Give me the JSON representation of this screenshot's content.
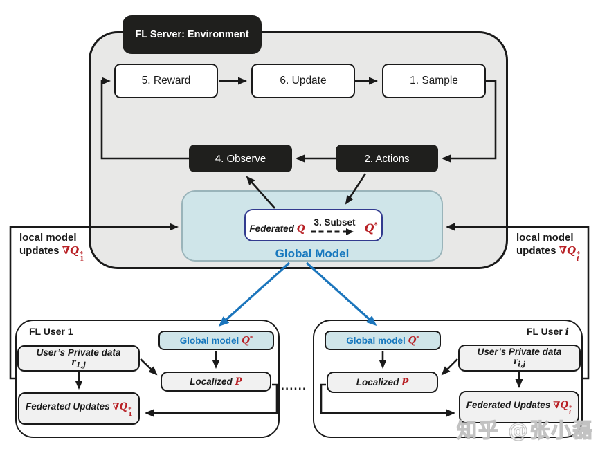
{
  "colors": {
    "server_fill": "#e8e8e7",
    "dark_box": "#1f1f1d",
    "teal": "#cfe5e9",
    "blue_accent": "#1778be",
    "blue_arrow": "#1b75bc",
    "red_math": "#b82025",
    "navy_border": "#323b8f"
  },
  "server": {
    "label": "FL Server: Environment",
    "reward": "5. Reward",
    "update": "6. Update",
    "sample": "1. Sample",
    "observe": "4. Observe",
    "actions": "2. Actions"
  },
  "global_model": {
    "federated": "Federated",
    "q": "Q",
    "subset": "3. Subset",
    "q2": "Q",
    "star": "*",
    "label": "Global Model"
  },
  "left_note": {
    "line1": "local model",
    "line2": "updates",
    "grad": "∇Q",
    "sup": "*",
    "sub": "1"
  },
  "right_note": {
    "line1": "local model",
    "line2": "updates",
    "grad": "∇Q",
    "sup": "*",
    "sub": "i"
  },
  "user1": {
    "title": "FL User 1",
    "global_model": "Global model",
    "q": "Q",
    "star": "*",
    "private_data": "User’s Private data",
    "r": "r",
    "r_sub": "1,j",
    "localized": "Localized",
    "p": "P",
    "federated_updates": "Federated Updates",
    "grad": "∇Q",
    "sup": "*",
    "sub": "1"
  },
  "user_i": {
    "title_prefix": "FL User",
    "title_var": "i",
    "global_model": "Global model",
    "q": "Q",
    "star": "*",
    "private_data": "User’s Private data",
    "r": "r",
    "r_sub": "i,j",
    "localized": "Localized",
    "p": "P",
    "federated_updates": "Federated Updates",
    "grad": "∇Q",
    "sup": "*",
    "sub": "i"
  },
  "dots": "......",
  "watermark": "知乎 @张小磊"
}
